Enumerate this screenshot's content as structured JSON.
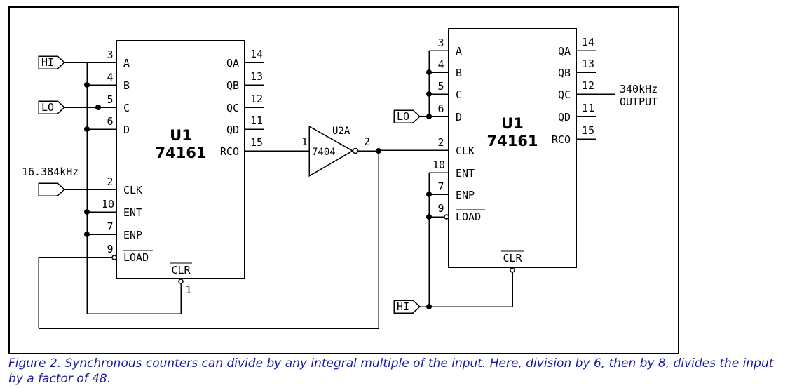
{
  "chips": [
    {
      "ref": "U1",
      "part": "74161",
      "inputs": [
        {
          "num": "3",
          "name": "A"
        },
        {
          "num": "4",
          "name": "B"
        },
        {
          "num": "5",
          "name": "C"
        },
        {
          "num": "6",
          "name": "D"
        },
        {
          "num": "2",
          "name": "CLK"
        },
        {
          "num": "10",
          "name": "ENT"
        },
        {
          "num": "7",
          "name": "ENP"
        },
        {
          "num": "9",
          "name": "LOAD"
        }
      ],
      "outputs": [
        {
          "num": "14",
          "name": "QA"
        },
        {
          "num": "13",
          "name": "QB"
        },
        {
          "num": "12",
          "name": "QC"
        },
        {
          "num": "11",
          "name": "QD"
        },
        {
          "num": "15",
          "name": "RCO"
        }
      ],
      "clr": {
        "num": "1",
        "name": "CLR"
      }
    },
    {
      "ref": "U1",
      "part": "74161",
      "inputs": [
        {
          "num": "3",
          "name": "A"
        },
        {
          "num": "4",
          "name": "B"
        },
        {
          "num": "5",
          "name": "C"
        },
        {
          "num": "6",
          "name": "D"
        },
        {
          "num": "2",
          "name": "CLK"
        },
        {
          "num": "10",
          "name": "ENT"
        },
        {
          "num": "7",
          "name": "ENP"
        },
        {
          "num": "9",
          "name": "LOAD"
        }
      ],
      "outputs": [
        {
          "num": "14",
          "name": "QA"
        },
        {
          "num": "13",
          "name": "QB"
        },
        {
          "num": "12",
          "name": "QC"
        },
        {
          "num": "11",
          "name": "QD"
        },
        {
          "num": "15",
          "name": "RCO"
        }
      ],
      "clr": {
        "num": "",
        "name": "CLR"
      }
    }
  ],
  "inverter": {
    "ref": "U2A",
    "part": "7404",
    "in_pin": "1",
    "out_pin": "2"
  },
  "ports": {
    "hi_left": "HI",
    "lo_left": "LO",
    "clock_input": "16.384kHz",
    "lo_right": "LO",
    "hi_right": "HI"
  },
  "output_label": {
    "line1": "340kHz",
    "line2": "OUTPUT"
  },
  "caption": "Figure 2. Synchronous counters can divide by any integral multiple of the input. Here, division by 6, then by 8, divides the input by a factor of 48."
}
